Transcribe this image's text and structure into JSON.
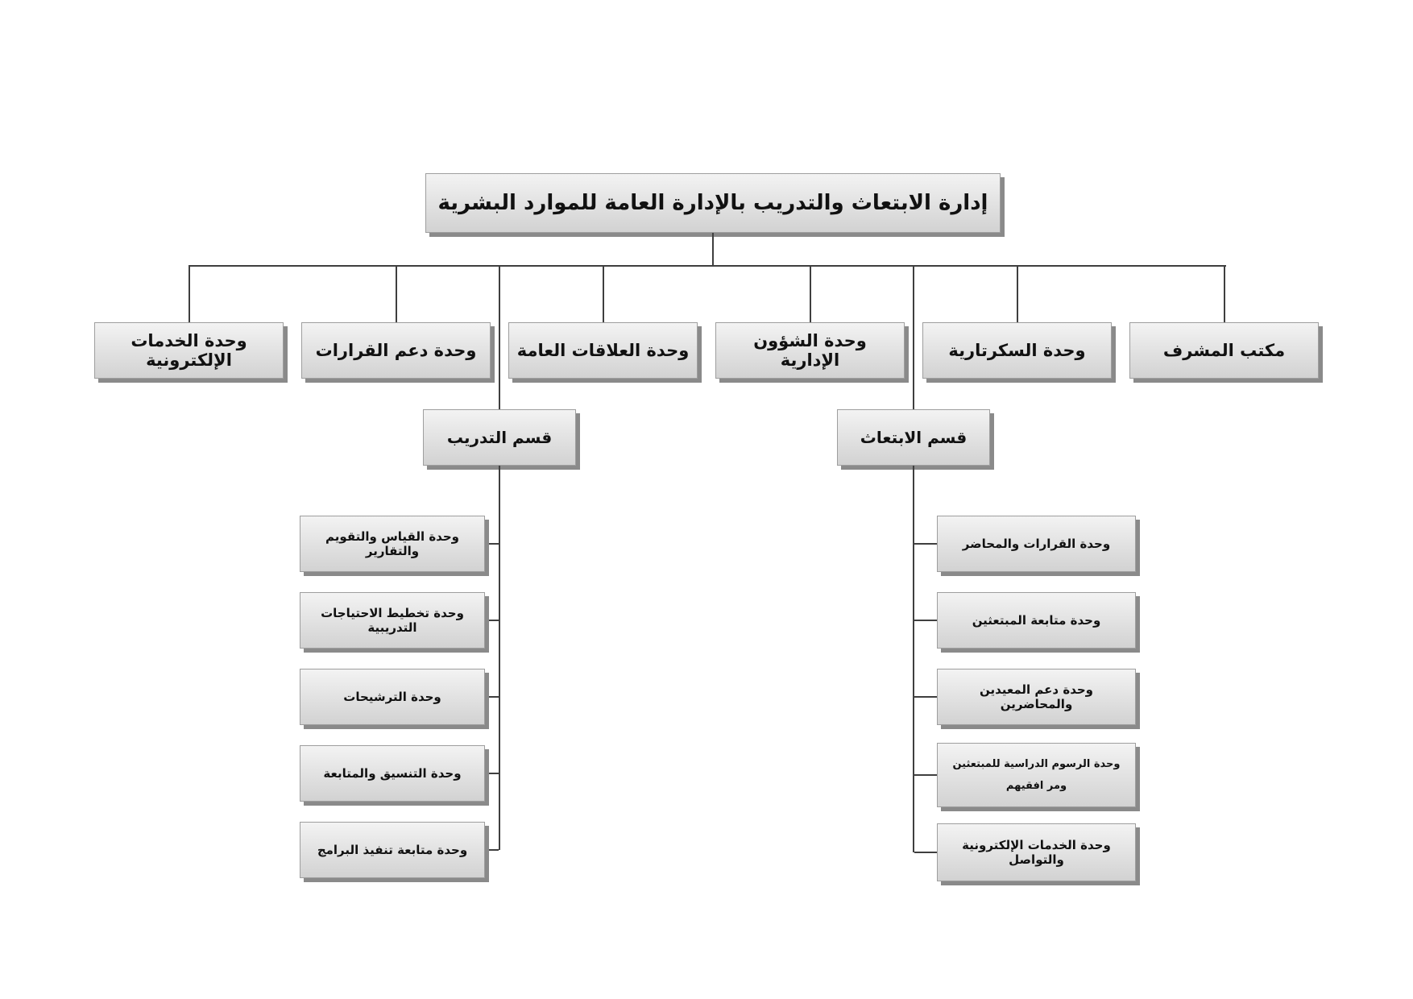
{
  "org_chart": {
    "root": {
      "label": "إدارة الابتعاث والتدريب بالإدارة العامة للموارد البشرية"
    },
    "level2_units": [
      {
        "label": "وحدة الخدمات الإلكترونية"
      },
      {
        "label": "وحدة دعم القرارات"
      },
      {
        "label": "وحدة العلاقات العامة"
      },
      {
        "label": "وحدة الشؤون الإدارية"
      },
      {
        "label": "وحدة السكرتارية"
      },
      {
        "label": "مكتب المشرف"
      }
    ],
    "departments": {
      "training": {
        "label": "قسم التدريب",
        "units": [
          {
            "label": "وحدة القياس والتقويم والتقارير"
          },
          {
            "label": "وحدة تخطيط الاحتياجات التدريبية"
          },
          {
            "label": "وحدة الترشيحات"
          },
          {
            "label": "وحدة التنسيق والمتابعة"
          },
          {
            "label": "وحدة متابعة تنفيذ البرامج"
          }
        ]
      },
      "scholarship": {
        "label": "قسم الابتعاث",
        "units": [
          {
            "label": "وحدة القرارات والمحاضر"
          },
          {
            "label": "وحدة متابعة المبتعثين"
          },
          {
            "label": "وحدة دعم المعيدين والمحاضرين"
          },
          {
            "label": "وحدة الرسوم الدراسية للمبتعثين ومر افقيهم"
          },
          {
            "label": "وحدة الخدمات الإلكترونية والتواصل"
          }
        ]
      }
    },
    "colors": {
      "background": "#ffffff",
      "box_fill_top": "#f3f3f3",
      "box_fill_mid": "#e4e4e4",
      "box_fill_bottom": "#d2d2d2",
      "box_border": "#9e9e9e",
      "box_shadow": "#8a8a8a",
      "connector": "#3f3f3f",
      "text": "#111111"
    }
  }
}
